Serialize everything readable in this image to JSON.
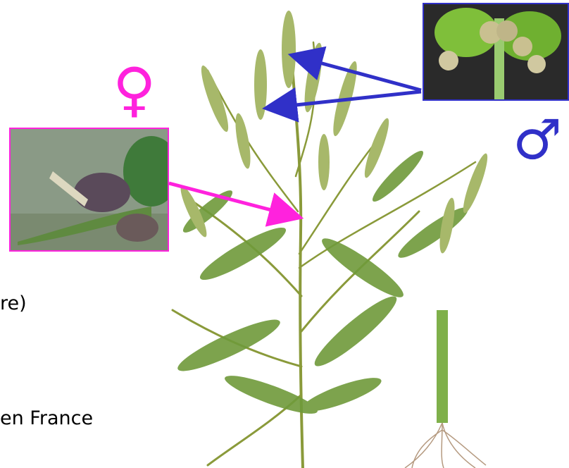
{
  "text": {
    "line1": "re)",
    "line2": "en France"
  },
  "symbols": {
    "female": "♀",
    "male": "♂"
  },
  "colors": {
    "female": "#ff22dd",
    "male": "#3030c8",
    "text": "#000000",
    "stem": "#8a9a3a",
    "leaf": "#6f9a3a"
  },
  "images": {
    "female_inset": "female-flower-closeup",
    "male_inset": "male-flower-closeup",
    "main": "ragweed-plant-illustration"
  }
}
